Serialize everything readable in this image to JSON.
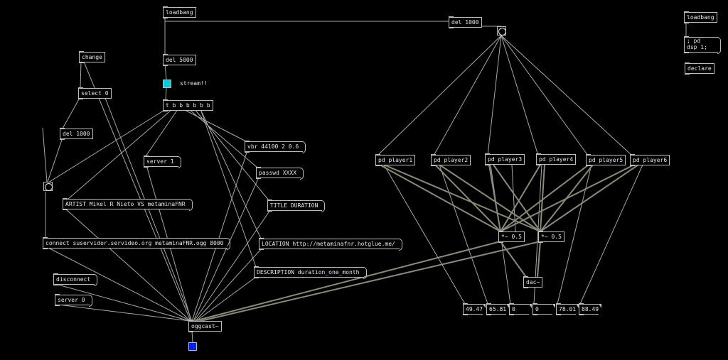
{
  "canvas": {
    "background": "#000000",
    "wire_color": "#a8a8a8",
    "signal_wire_color": "#8a8a78"
  },
  "objects": {
    "loadbang_main": "loadbang",
    "del_1000_top": "del 1000",
    "loadbang_right": "loadbang",
    "dsp_message": "; pd dsp 1;",
    "declare": "declare",
    "change": "change",
    "del_5000": "del 5000",
    "select_0": "select 0",
    "trigger": "t b b b b b b",
    "del_1000_left": "del 1000",
    "server_1": "server 1",
    "vbr": "vbr 44100 2 0.6",
    "passwd": "passwd XXXX",
    "artist": "ARTIST Mikel R Nieto VS metaminaFNR",
    "title_duration": "TITLE DURATION",
    "connect": "connect suservidor.servideo.org metaminaFNR.ogg 8000",
    "location": "LOCATION http://metaminafnr.hotglue.me/",
    "description": "DESCRIPTION duration_one_month",
    "disconnect": "disconnect",
    "server_0": "server 0",
    "oggcast": "oggcast~",
    "player1": "pd player1",
    "player2": "pd player2",
    "player3": "pd player3",
    "player4": "pd player4",
    "player5": "pd player5",
    "player6": "pd player6",
    "mul_left": "*~ 0.5",
    "mul_right": "*~ 0.5",
    "dac": "dac~"
  },
  "labels": {
    "stream": "stream!!"
  },
  "toggles": {
    "stream_color": "#00ccdd",
    "oggcast_color": "#0022ee"
  },
  "number_boxes": {
    "n1": "49.47",
    "n2": "65.81",
    "n3": "0",
    "n4": "0",
    "n5": "78.01",
    "n6": "88.49"
  }
}
